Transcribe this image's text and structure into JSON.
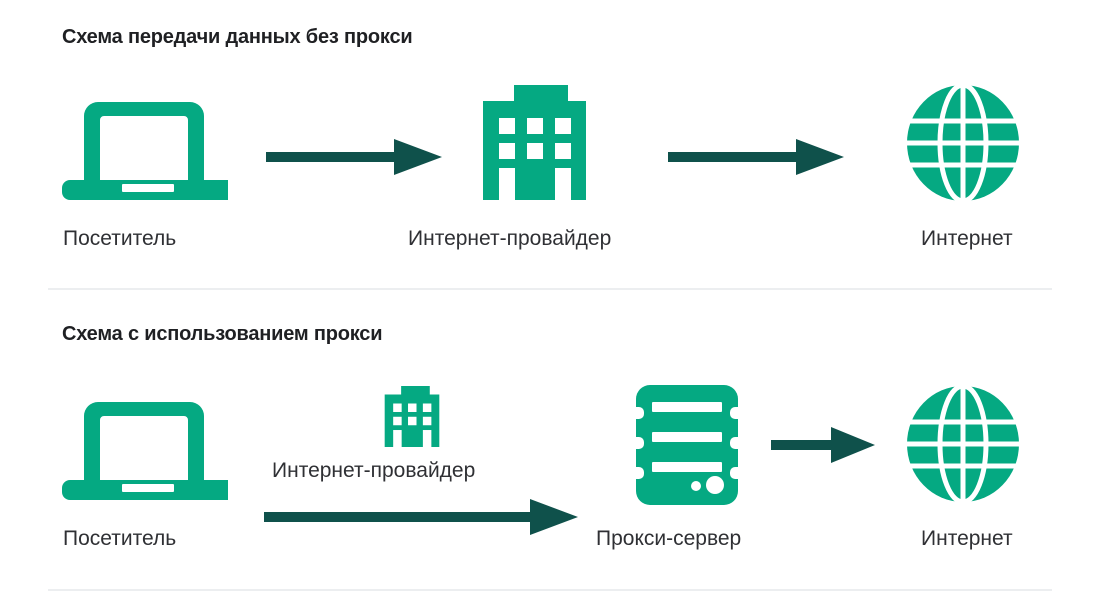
{
  "colors": {
    "brand_green": "#05a982",
    "arrow_dark_teal": "#0f514b",
    "title_text": "#1f2023",
    "label_text": "#2f3034",
    "divider": "#eceef0",
    "background": "#ffffff"
  },
  "diagram": {
    "type": "flow",
    "sections": [
      {
        "id": "without-proxy",
        "title": "Схема передачи данных без прокси",
        "nodes": [
          {
            "id": "visitor",
            "label": "Посетитель",
            "icon": "laptop-icon"
          },
          {
            "id": "isp",
            "label": "Интернет-провайдер",
            "icon": "building-icon"
          },
          {
            "id": "internet",
            "label": "Интернет",
            "icon": "globe-icon"
          }
        ],
        "connections": [
          {
            "from": "visitor",
            "to": "isp",
            "style": "arrow-right"
          },
          {
            "from": "isp",
            "to": "internet",
            "style": "arrow-right"
          }
        ]
      },
      {
        "id": "with-proxy",
        "title": "Схема с использованием прокси",
        "nodes": [
          {
            "id": "visitor2",
            "label": "Посетитель",
            "icon": "laptop-icon"
          },
          {
            "id": "isp2",
            "label": "Интернет-провайдер",
            "icon": "building-icon"
          },
          {
            "id": "proxy",
            "label": "Прокси-сервер",
            "icon": "server-icon"
          },
          {
            "id": "internet2",
            "label": "Интернет",
            "icon": "globe-icon"
          }
        ],
        "connections": [
          {
            "from": "visitor2",
            "to": "proxy",
            "style": "arrow-right-long",
            "bypasses": "isp2"
          },
          {
            "from": "proxy",
            "to": "internet2",
            "style": "arrow-right"
          }
        ]
      }
    ]
  }
}
